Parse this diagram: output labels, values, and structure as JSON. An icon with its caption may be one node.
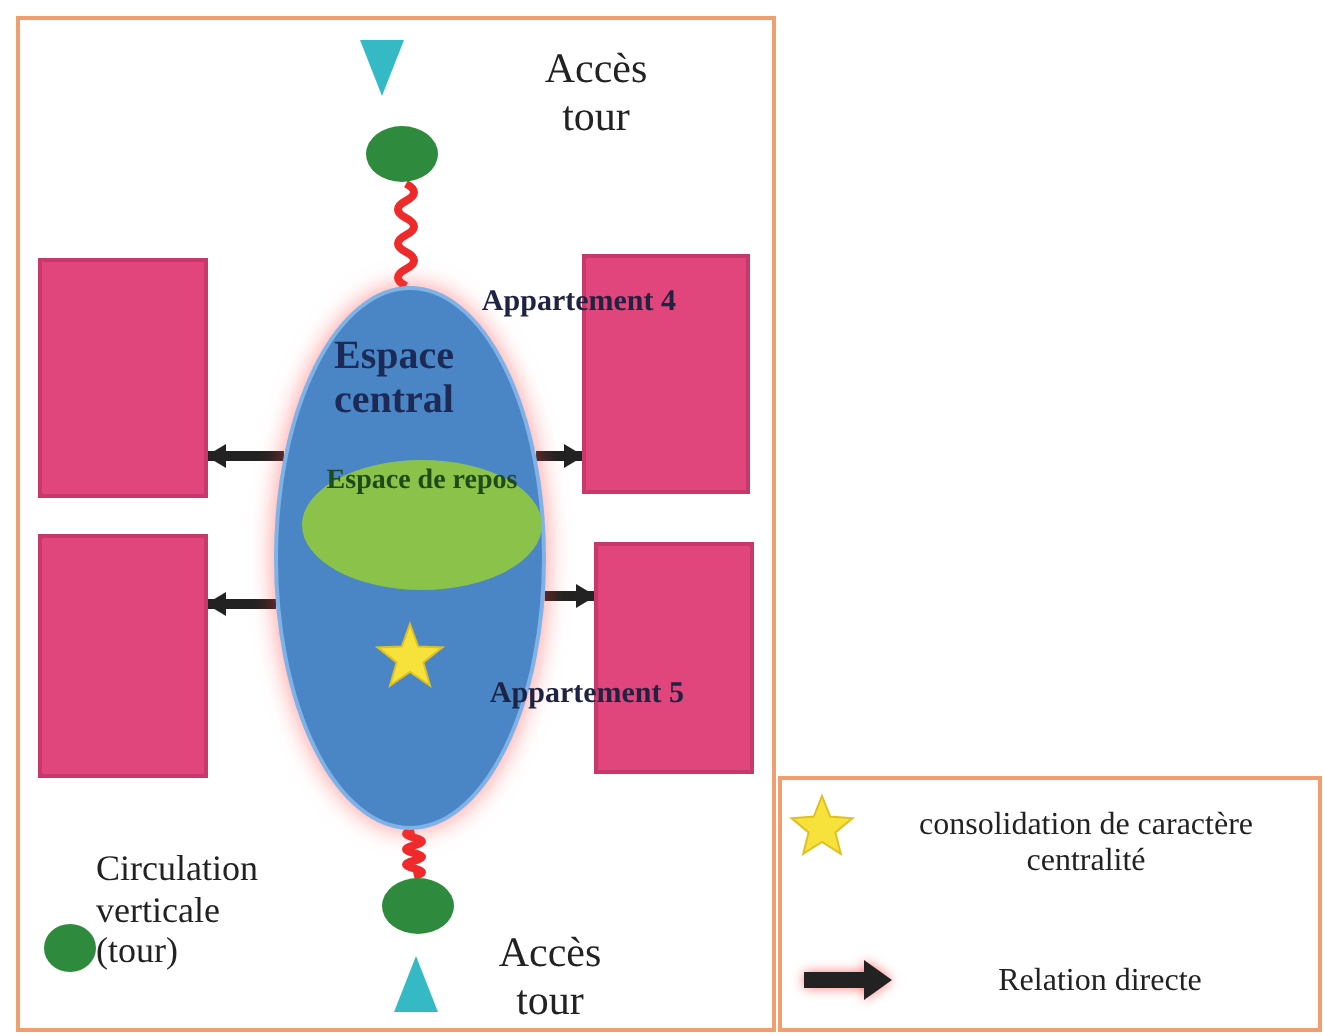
{
  "diagram": {
    "nodes": [
      {
        "text": [],
        "shape": "circle"
      },
      {
        "text": [
          "Espace central"
        ]
      },
      {
        "text": [
          "Espace de repos"
        ],
        "in": 1
      },
      {
        "text": [],
        "shape": "box"
      },
      {
        "text": [],
        "shape": "box"
      },
      {
        "text": [],
        "shape": "box"
      },
      {
        "text": [],
        "shape": "box"
      },
      {
        "text": [],
        "shape": "circle"
      }
    ],
    "edges": [
      {
        "from": 0,
        "to": 1,
        "arrow": "none",
        "color": "#ee2a2a"
      },
      {
        "from": 1,
        "to": 3,
        "arrow": "to"
      },
      {
        "from": 1,
        "to": 4,
        "arrow": "to"
      },
      {
        "from": 1,
        "to": 5,
        "arrow": "to"
      },
      {
        "from": 1,
        "to": 6,
        "arrow": "to"
      },
      {
        "from": 7,
        "to": 1,
        "arrow": "none",
        "color": "#ee2a2a"
      }
    ],
    "labels": [
      "Accès tour",
      "Appartement 4",
      "Appartement 5",
      "Accès tour"
    ],
    "legend": [
      {
        "text": "consolidation de caractère centralité"
      },
      {
        "text": "Circulation verticale (tour)"
      },
      {
        "text": "Relation directe"
      }
    ]
  }
}
